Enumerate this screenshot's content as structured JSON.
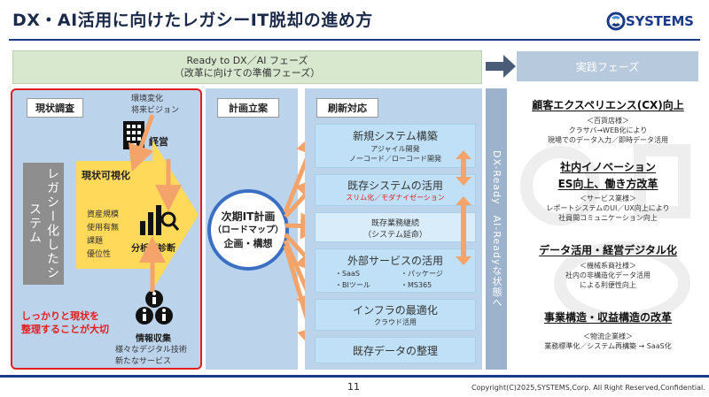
{
  "title": "DX・AI活用に向けたレガシーIT脱却の進め方",
  "logo_text": "SYSTEMS",
  "ready_banner": {
    "line1": "Ready to DX／AI フェーズ",
    "line2": "（改革に向けての準備フェーズ）"
  },
  "implement_phase": "実践フェーズ",
  "survey": {
    "label": "現状調査",
    "legacy_label": "レガシー化したシステム",
    "visualize_label": "現状可視化",
    "visualize_items": [
      "資産規模",
      "使用有無",
      "課題",
      "優位性"
    ],
    "env_line1": "環境変化",
    "env_line2": "将来ビジョン",
    "mgmt_label": "経営",
    "analysis_label": "分析／診断",
    "info_label": "情報収集",
    "info_line1": "様々なデジタル技術",
    "info_line2": "新たなサービス",
    "conclusion_line1": "しっかりと現状を",
    "conclusion_line2": "整理することが大切"
  },
  "plan": {
    "label": "計画立案",
    "circle_line1": "次期IT計画",
    "circle_line2": "（ロードマップ）",
    "circle_line3": "企画・構想"
  },
  "renew": {
    "label": "刷新対応",
    "new_title": "新規システム構築",
    "new_sub1": "アジャイル開発",
    "new_sub2": "ノーコード／ローコード開発",
    "existing_title": "既存システムの活用",
    "existing_sub": "スリム化／モダナイゼーション",
    "continue_title": "既存業務継続",
    "continue_sub": "（システム延命）",
    "external_title": "外部サービスの活用",
    "external_items": [
      "・SaaS",
      "・パッケージ",
      "・BIツール",
      "・MS365"
    ],
    "infra_title": "インフラの最適化",
    "infra_sub": "クラウド活用",
    "data_title": "既存データの整理"
  },
  "ready_vertical": "DX-Ready　AI-Readyな状態へ",
  "outcomes": [
    {
      "title": "顧客エクスペリエンス(CX)向上",
      "lines": [
        "＜百貨店様＞",
        "クラサバ→WEB化により",
        "現場でのデータ入力／即時データ活用"
      ]
    },
    {
      "title": "社内イノベーション",
      "title2": "ES向上、働き方改革",
      "lines": [
        "＜サービス業様＞",
        "レポートシステムのUI／UX向上により",
        "社員間コミュニケーション向上"
      ]
    },
    {
      "title": "データ活用・経営デジタル化",
      "lines": [
        "＜機械系商社様＞",
        "社内の非構造化データ活用",
        "による利便性向上"
      ]
    },
    {
      "title": "事業構造・収益構造の改革",
      "lines": [
        "＜物流企業様＞",
        "業務標準化／システム再構築 → SaaS化"
      ]
    }
  ],
  "page_number": "11",
  "copyright": "Copyright(C)2025,SYSTEMS,Corp. All Right Reserved,Confidential.",
  "colors": {
    "navy": "#1b3a8a",
    "red": "#e21e1e",
    "arrow": "#f4a46a",
    "panel": "#bcd3ec",
    "yellow": "#ffd95a"
  }
}
